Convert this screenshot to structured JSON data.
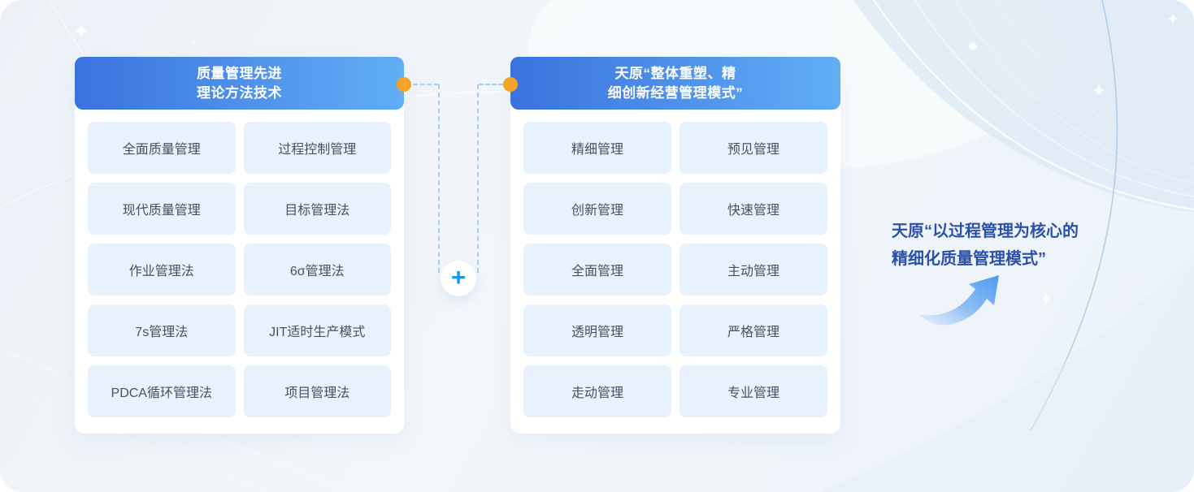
{
  "left_panel": {
    "title_lines": [
      "质量管理先进",
      "理论方法技术"
    ],
    "items": [
      "全面质量管理",
      "过程控制管理",
      "现代质量管理",
      "目标管理法",
      "作业管理法",
      "6σ管理法",
      "7s管理法",
      "JIT适时生产模式",
      "PDCA循环管理法",
      "项目管理法"
    ]
  },
  "right_panel": {
    "title_lines": [
      "天原“整体重塑、精",
      "细创新经营管理模式”"
    ],
    "items": [
      "精细管理",
      "预见管理",
      "创新管理",
      "快速管理",
      "全面管理",
      "主动管理",
      "透明管理",
      "严格管理",
      "走动管理",
      "专业管理"
    ]
  },
  "connector": {
    "plus_label": "+"
  },
  "result": {
    "lines": [
      "天原“以过程管理为核心的",
      "精细化质量管理模式”"
    ]
  },
  "colors": {
    "header_gradient_start": "#3a72dd",
    "header_gradient_end": "#61aef5",
    "cell_background": "#e8f2fc",
    "cell_text": "#48525e",
    "connector_dot_orange": "#f5a425",
    "dashed_line_blue": "#a9cdf0",
    "plus_blue": "#1b94e4",
    "result_text_blue": "#2b50a8"
  }
}
